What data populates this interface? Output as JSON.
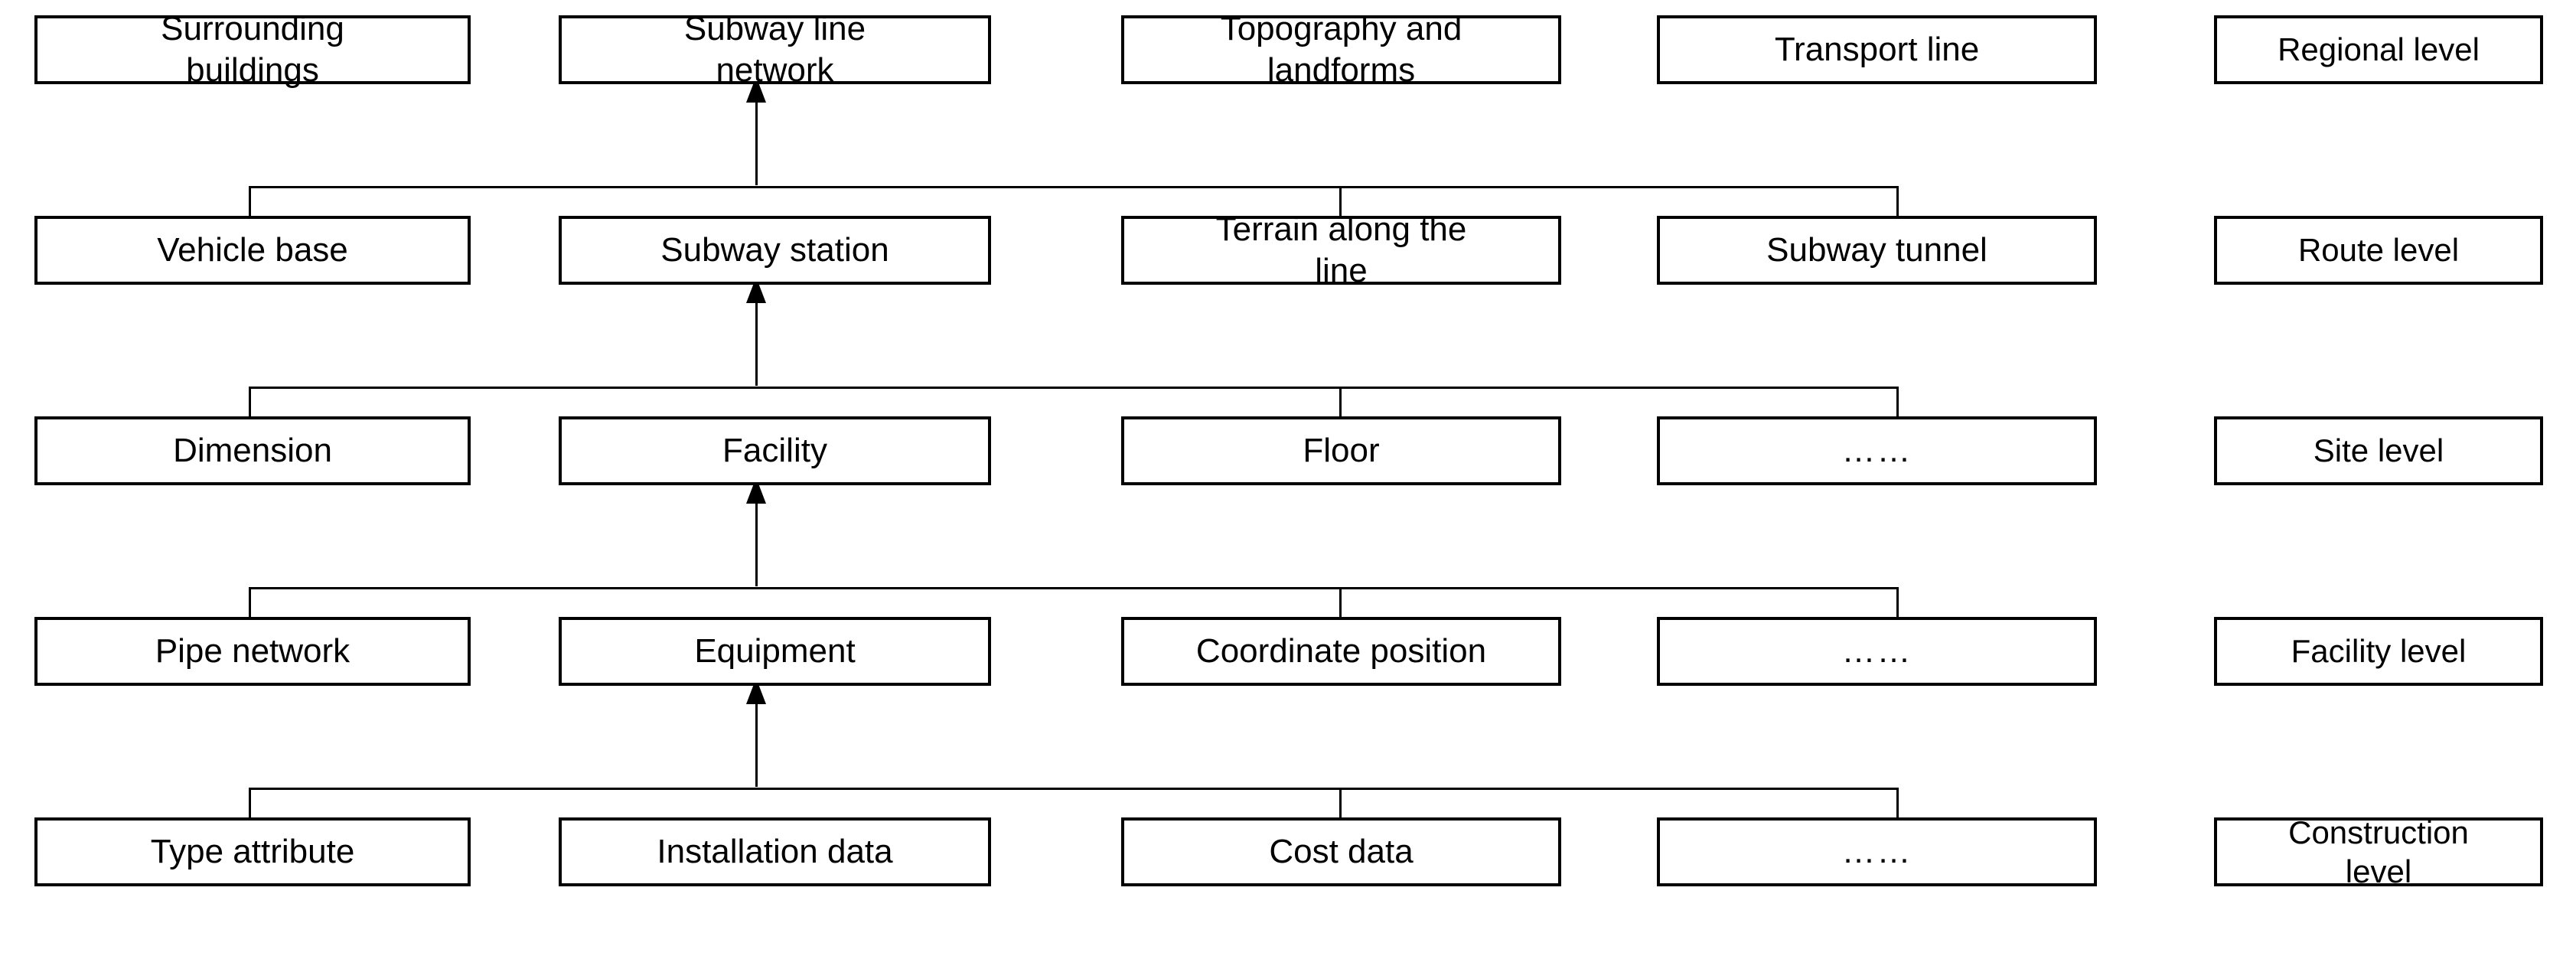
{
  "diagram": {
    "title": "Subway information model hierarchy",
    "type": "layered-hierarchy",
    "background_color": "#ffffff",
    "line_color": "#000000",
    "text_color": "#000000",
    "ellipsis_glyph": "……"
  },
  "rows": [
    {
      "level_label": "Regional level",
      "nodes": [
        "Surrounding\nbuildings",
        "Subway line\nnetwork",
        "Topography and\nlandforms",
        "Transport line"
      ]
    },
    {
      "level_label": "Route level",
      "nodes": [
        "Vehicle base",
        "Subway station",
        "Terrain along the\nline",
        "Subway tunnel"
      ]
    },
    {
      "level_label": "Site level",
      "nodes": [
        "Dimension",
        "Facility",
        "Floor",
        "……"
      ]
    },
    {
      "level_label": "Facility level",
      "nodes": [
        "Pipe network",
        "Equipment",
        "Coordinate position",
        "……"
      ]
    },
    {
      "level_label": "Construction\nlevel",
      "nodes": [
        "Type attribute",
        "Installation data",
        "Cost data",
        "……"
      ]
    }
  ],
  "connectors": [
    {
      "name": "regional-from-route",
      "from_row": "Route level",
      "to_row": "Regional level",
      "arrow_into_column": 2
    },
    {
      "name": "route-from-site",
      "from_row": "Site level",
      "to_row": "Route level",
      "arrow_into_column": 2
    },
    {
      "name": "site-from-facility",
      "from_row": "Facility level",
      "to_row": "Site level",
      "arrow_into_column": 2
    },
    {
      "name": "facility-from-construction",
      "from_row": "Construction level",
      "to_row": "Facility level",
      "arrow_into_column": 2
    }
  ]
}
